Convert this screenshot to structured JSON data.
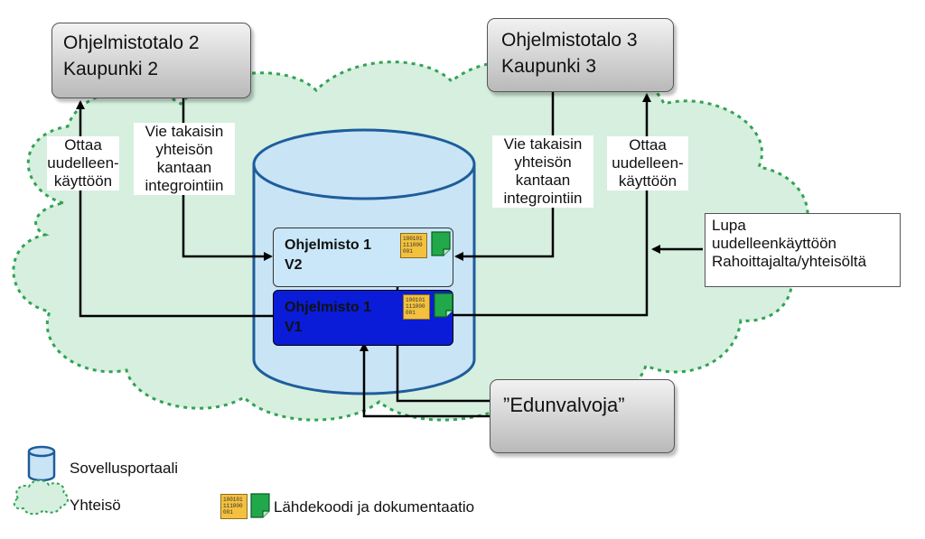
{
  "boxes": {
    "company2": [
      "Ohjelmistotalo 2",
      "Kaupunki 2"
    ],
    "company3": [
      "Ohjelmistotalo 3",
      "Kaupunki 3"
    ],
    "advocate": "”Edunvalvoja”"
  },
  "labels": {
    "reuse_left": [
      "Ottaa",
      "uudelleen-",
      "käyttöön"
    ],
    "contribute_left": [
      "Vie takaisin",
      "yhteisön",
      "kantaan",
      "integrointiin"
    ],
    "contribute_right": [
      "Vie takaisin",
      "yhteisön",
      "kantaan",
      "integrointiin"
    ],
    "reuse_right": [
      "Ottaa",
      "uudelleen-",
      "käyttöön"
    ],
    "permission": [
      "Lupa",
      "uudelleenkäyttöön",
      "Rahoittajalta/yhteisöltä"
    ]
  },
  "software": {
    "v2": [
      "Ohjelmisto 1",
      "V2"
    ],
    "v1": [
      "Ohjelmisto 1",
      "V1"
    ]
  },
  "binary_code": [
    "100101",
    "111000",
    "001"
  ],
  "legend": {
    "portal": "Sovellusportaali",
    "community": "Yhteisö",
    "source": "Lähdekoodi ja dokumentaatio"
  },
  "colors": {
    "cloud_fill": "#d6efdf",
    "cloud_border": "#31a354",
    "portal_fill": "#c9e4f5",
    "v2_fill": "#c9e7f8",
    "v1_fill": "#0a1cd8",
    "red_square": "#e01b1b",
    "blue_square": "#4a73d6",
    "doc_green": "#21a84a",
    "binary_yellow": "#f4c13e"
  }
}
